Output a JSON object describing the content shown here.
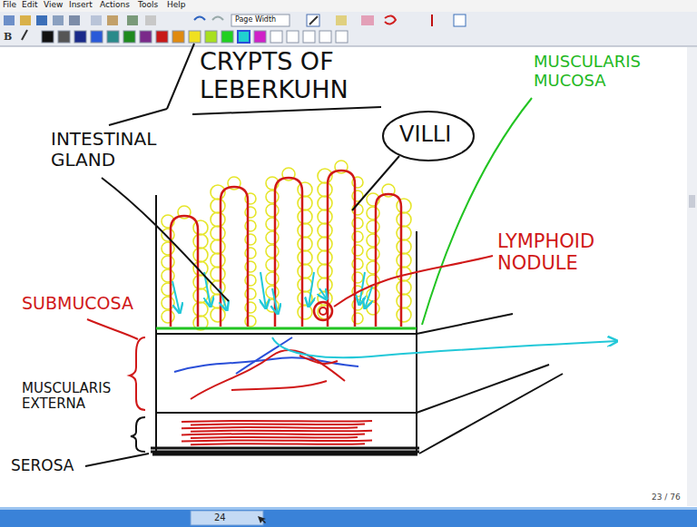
{
  "diagram": {
    "labels": [
      "File",
      "Edit",
      "View",
      "Insert",
      "Actions",
      "Tools",
      "Help",
      "Page Width",
      "INTESTINAL GLAND",
      "CRYPTS OF LEBERKUHN",
      "VILLI",
      "MUSCULARIS MUCOSA",
      "LYMPHOID NODULE",
      "SUBMUCOSA",
      "MUSCULARIS EXTERNA",
      "SEROSA",
      "23 / 76",
      "24"
    ]
  }
}
